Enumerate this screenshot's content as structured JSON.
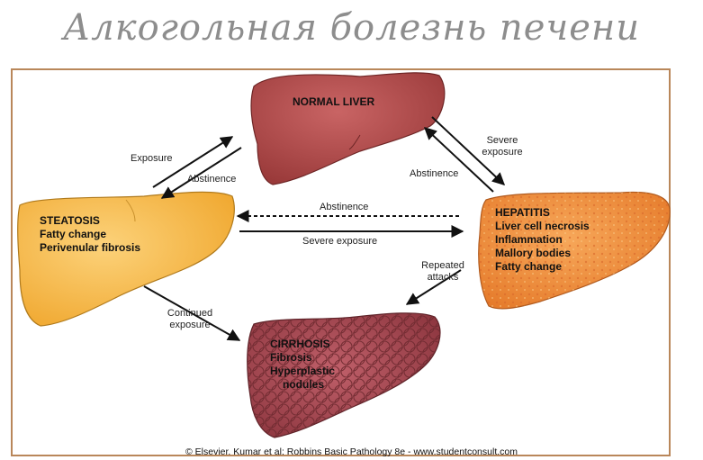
{
  "title": "Алкогольная болезнь печени",
  "normal": {
    "title": "NORMAL LIVER",
    "color": "#b24a4a"
  },
  "steatosis": {
    "title": "STEATOSIS",
    "lines": [
      "Fatty change",
      "Perivenular fibrosis"
    ],
    "color": "#f6b640"
  },
  "hepatitis": {
    "title": "HEPATITIS",
    "lines": [
      "Liver cell necrosis",
      "Inflammation",
      "Mallory bodies",
      "Fatty change"
    ],
    "color": "#ef8a3a"
  },
  "cirrhosis": {
    "title": "CIRRHOSIS",
    "lines": [
      "Fibrosis",
      "Hyperplastic",
      "nodules"
    ],
    "color": "#a8474c"
  },
  "arrows": {
    "exposure": "Exposure",
    "abstinence_left": "Abstinence",
    "severe_exposure_right": [
      "Severe",
      "exposure"
    ],
    "abstinence_right": "Abstinence",
    "abstinence_middle": "Abstinence",
    "severe_exposure_middle": "Severe exposure",
    "repeated_attacks": [
      "Repeated",
      "attacks"
    ],
    "continued_exposure": [
      "Continued",
      "exposure"
    ]
  },
  "copyright": "© Elsevier. Kumar et al: Robbins Basic Pathology 8e - www.studentconsult.com"
}
